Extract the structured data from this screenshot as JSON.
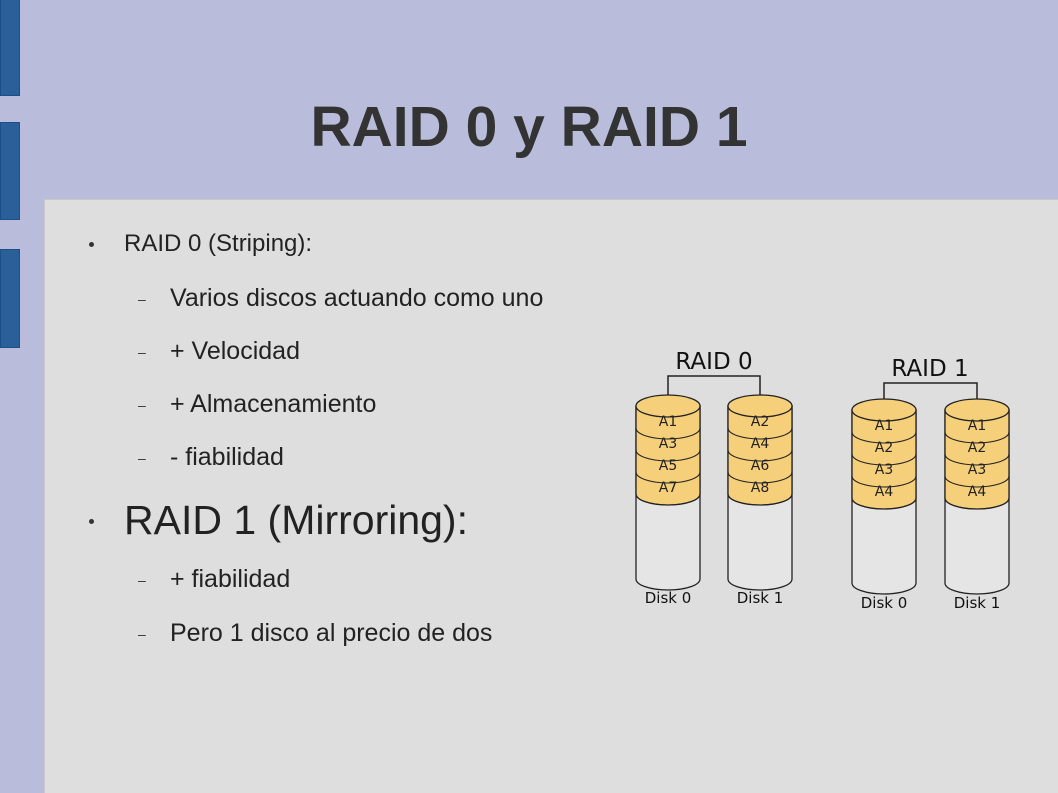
{
  "slide": {
    "title": "RAID 0 y RAID 1",
    "bullets": [
      {
        "text": "RAID 0 (Striping):",
        "sub": [
          "Varios discos actuando como uno",
          "+ Velocidad",
          "+ Almacenamiento",
          "- fiabilidad"
        ]
      },
      {
        "text": "RAID 1 (Mirroring):",
        "sub": [
          "+ fiabilidad",
          "Pero 1 disco al precio de dos"
        ]
      }
    ],
    "sub_marker": "–"
  },
  "diagram": {
    "raid0": {
      "label": "RAID 0",
      "disks": [
        {
          "label": "Disk 0",
          "blocks": [
            "A1",
            "A3",
            "A5",
            "A7"
          ]
        },
        {
          "label": "Disk 1",
          "blocks": [
            "A2",
            "A4",
            "A6",
            "A8"
          ]
        }
      ]
    },
    "raid1": {
      "label": "RAID 1",
      "disks": [
        {
          "label": "Disk 0",
          "blocks": [
            "A1",
            "A2",
            "A3",
            "A4"
          ]
        },
        {
          "label": "Disk 1",
          "blocks": [
            "A1",
            "A2",
            "A3",
            "A4"
          ]
        }
      ]
    },
    "colors": {
      "block_fill": "#f5cf7a",
      "disk_fill": "#e5e5e5",
      "stroke": "#222222"
    }
  }
}
